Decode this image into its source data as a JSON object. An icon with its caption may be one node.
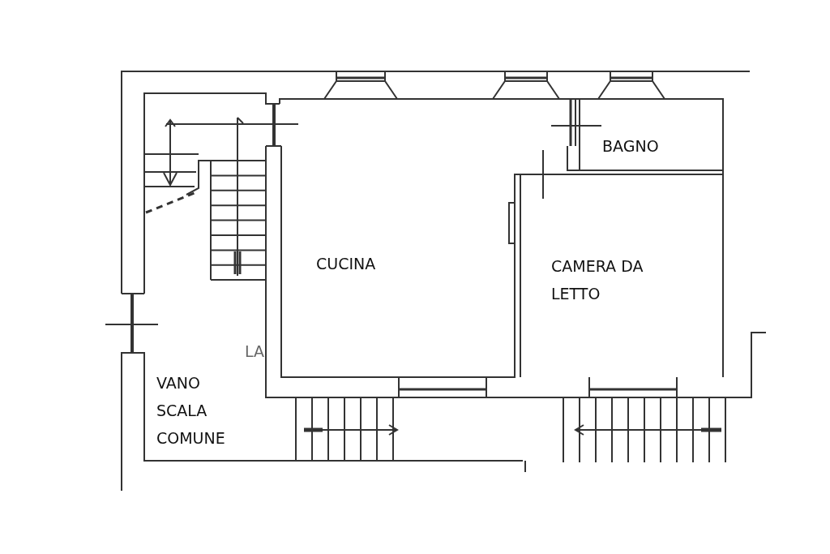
{
  "diagram": {
    "labels": [
      "BAGNO",
      "CUCINA",
      "CAMERA DA LETTO",
      "LA",
      "VANO SCALA COMUNE"
    ]
  }
}
